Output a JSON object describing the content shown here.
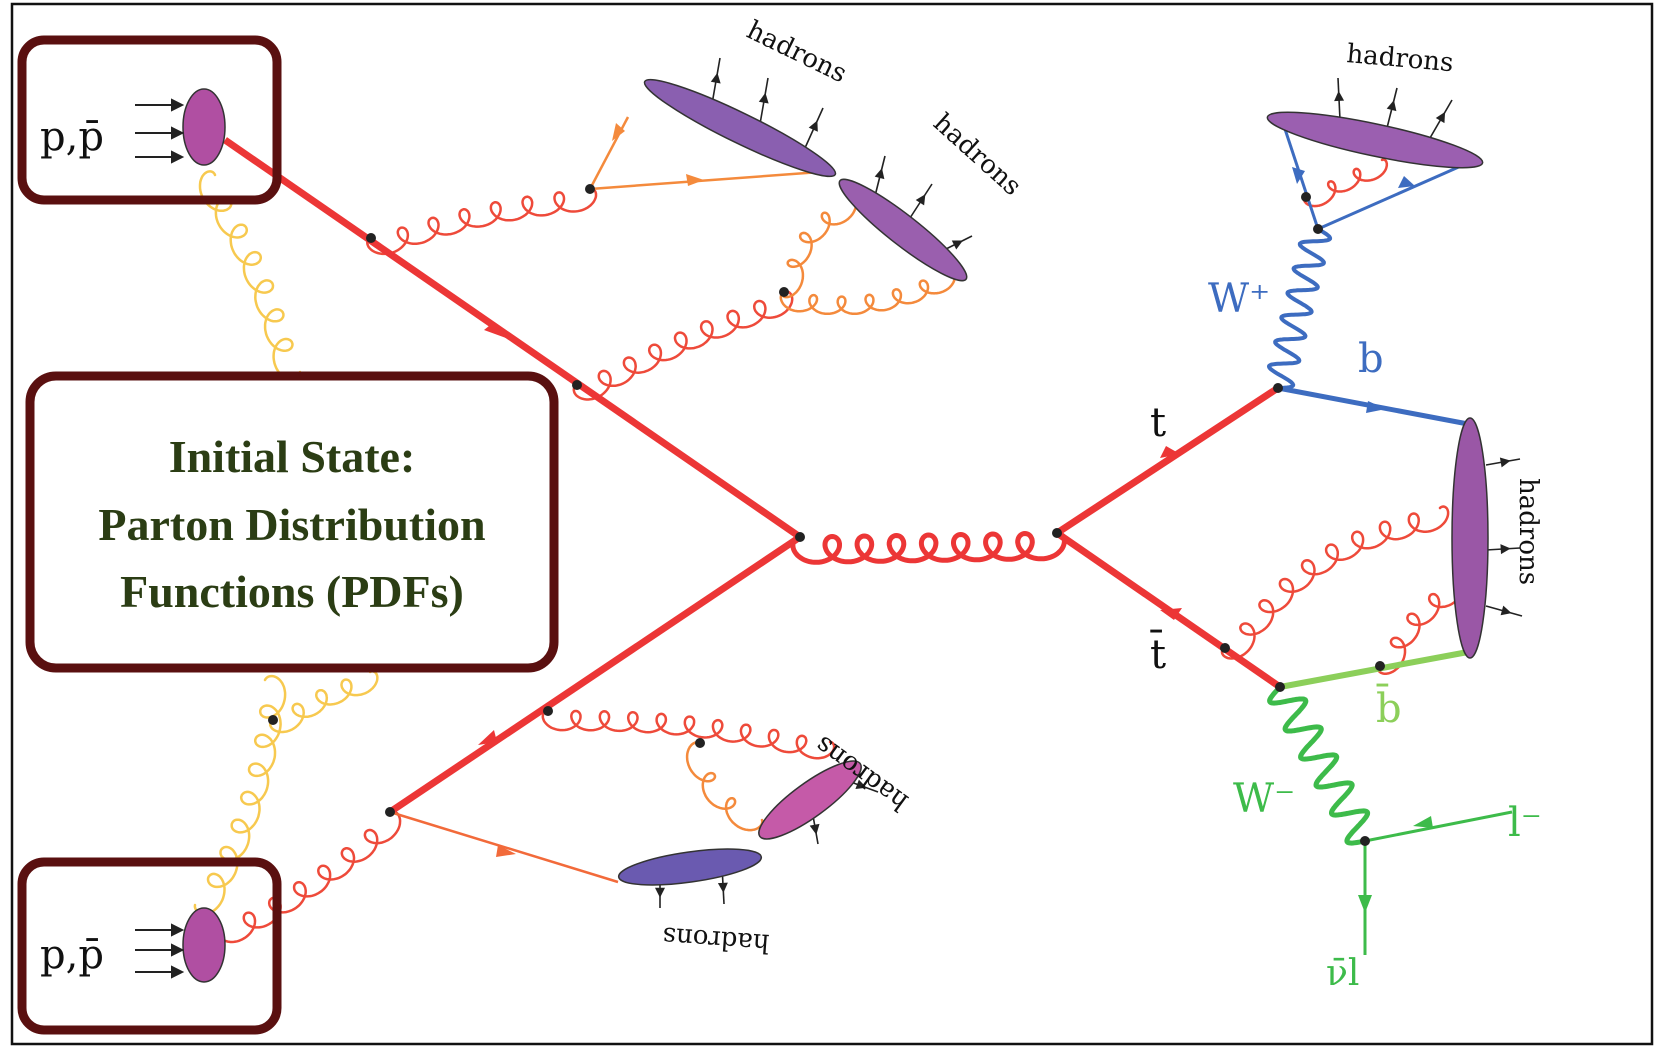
{
  "colors": {
    "frame": "#111111",
    "box_border": "#5a1010",
    "box_text": "#2b3d14",
    "parton_red": "#ec3636",
    "gluon_red": "#ee4a3a",
    "gluon_orange": "#f48a3c",
    "gluon_yellow": "#f7c94f",
    "w_plus_blue": "#3d6cc0",
    "w_minus_green": "#3dbb4a",
    "bbar_green": "#8ccf5a",
    "blob_purple": "#8a5fb0",
    "blob_magenta": "#b25aa6",
    "vertex": "#222222"
  },
  "initial_state_box": {
    "line1": "Initial State:",
    "line2": "Parton Distribution",
    "line3": "Functions (PDFs)"
  },
  "beam_top": {
    "label": "p,p̄"
  },
  "beam_bottom": {
    "label": "p,p̄"
  },
  "hadron_labels": {
    "top_left_a": "hadrons",
    "top_left_b": "hadrons",
    "top_right": "hadrons",
    "right_vertical": "hadrons",
    "bottom_a": "hadrons",
    "bottom_b": "hadrons"
  },
  "particles": {
    "t": "t",
    "tbar": "t̄",
    "w_plus": "W⁺",
    "w_minus": "W⁻",
    "b": "b",
    "bbar": "b̄",
    "lepton": "l⁻",
    "neutrino": "ν̄l"
  }
}
